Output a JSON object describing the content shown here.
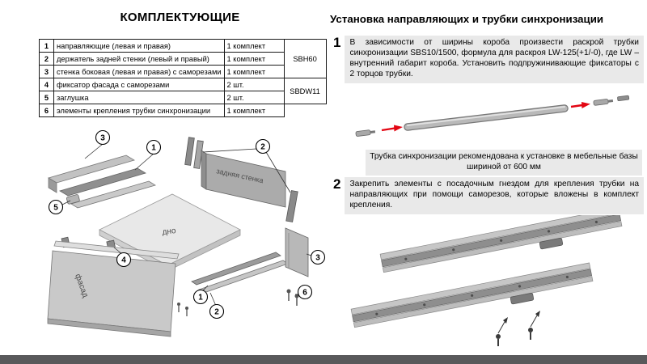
{
  "colors": {
    "accent_red": "#e30613",
    "footer_gray": "#59595b",
    "highlight_gray": "#e9e9e9"
  },
  "components": {
    "title": "КОМПЛЕКТУЮЩИЕ",
    "table": {
      "rows": [
        {
          "num": "1",
          "desc": "направляющие (левая и правая)",
          "qty": "1 комплект"
        },
        {
          "num": "2",
          "desc": "держатель задней стенки (левый и правый)",
          "qty": "1 комплект"
        },
        {
          "num": "3",
          "desc": "стенка боковая (левая и правая) с саморезами",
          "qty": "1 комплект"
        },
        {
          "num": "4",
          "desc": "фиксатор фасада с саморезами",
          "qty": "2 шт."
        },
        {
          "num": "5",
          "desc": "заглушка",
          "qty": "2 шт."
        },
        {
          "num": "6",
          "desc": "элементы крепления трубки синхронизации",
          "qty": "1 комплект"
        }
      ],
      "codes": [
        {
          "label": "SBH60"
        },
        {
          "label": "SBDW11"
        }
      ]
    },
    "diagram": {
      "labels": {
        "back_panel": "задняя стенка",
        "bottom_panel": "дно",
        "facade": "фасад"
      },
      "callouts": [
        "3",
        "1",
        "2",
        "5",
        "4",
        "1",
        "2",
        "3",
        "6"
      ]
    }
  },
  "installation": {
    "title": "Установка направляющих и трубки синхронизации",
    "steps": [
      {
        "num": "1",
        "text": "В зависимости от ширины короба произвести раскрой трубки синхронизации SBS10/1500, формула для раскроя LW-125(+1/-0), где LW – внутренний габарит короба. Установить подпружинивающие фиксаторы с 2 торцов трубки."
      },
      {
        "num": "2",
        "text": "Закрепить элементы с посадочным гнездом для крепления трубки на направляющих при помощи саморезов, которые вложены в комплект крепления."
      }
    ],
    "note": "Трубка синхронизации рекомендована к установке в мебельные базы шириной от 600 мм"
  }
}
